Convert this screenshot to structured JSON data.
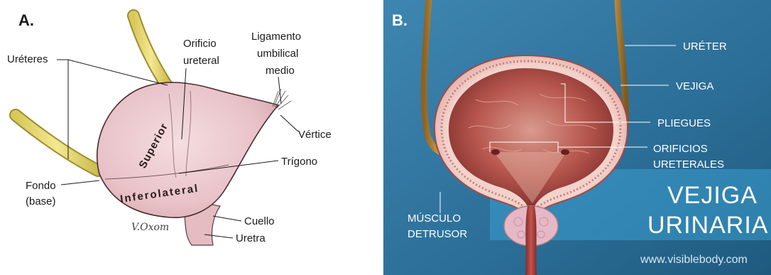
{
  "panel_a": {
    "letter": "A.",
    "labels": {
      "ureteres": "Uréteres",
      "orificio_l1": "Orificio",
      "orificio_l2": "ureteral",
      "ligamento_l1": "Ligamento",
      "ligamento_l2": "umbilical",
      "ligamento_l3": "medio",
      "vertice": "Vértice",
      "trigono": "Trígono",
      "fondo_l1": "Fondo",
      "fondo_l2": "(base)",
      "cuello": "Cuello",
      "uretra": "Uretra",
      "superior": "Superior",
      "inferolateral": "Inferolateral"
    },
    "signature": "V.Oxom"
  },
  "panel_b": {
    "letter": "B.",
    "labels": {
      "ureter": "URÉTER",
      "vejiga": "VEJIGA",
      "pliegues": "PLIEGUES",
      "orificios_l1": "ORIFICIOS",
      "orificios_l2": "URETERALES",
      "musculo_l1": "MÚSCULO",
      "musculo_l2": "DETRUSOR"
    },
    "title_l1": "VEJIGA",
    "title_l2": "URINARIA",
    "website": "www.visiblebody.com"
  }
}
